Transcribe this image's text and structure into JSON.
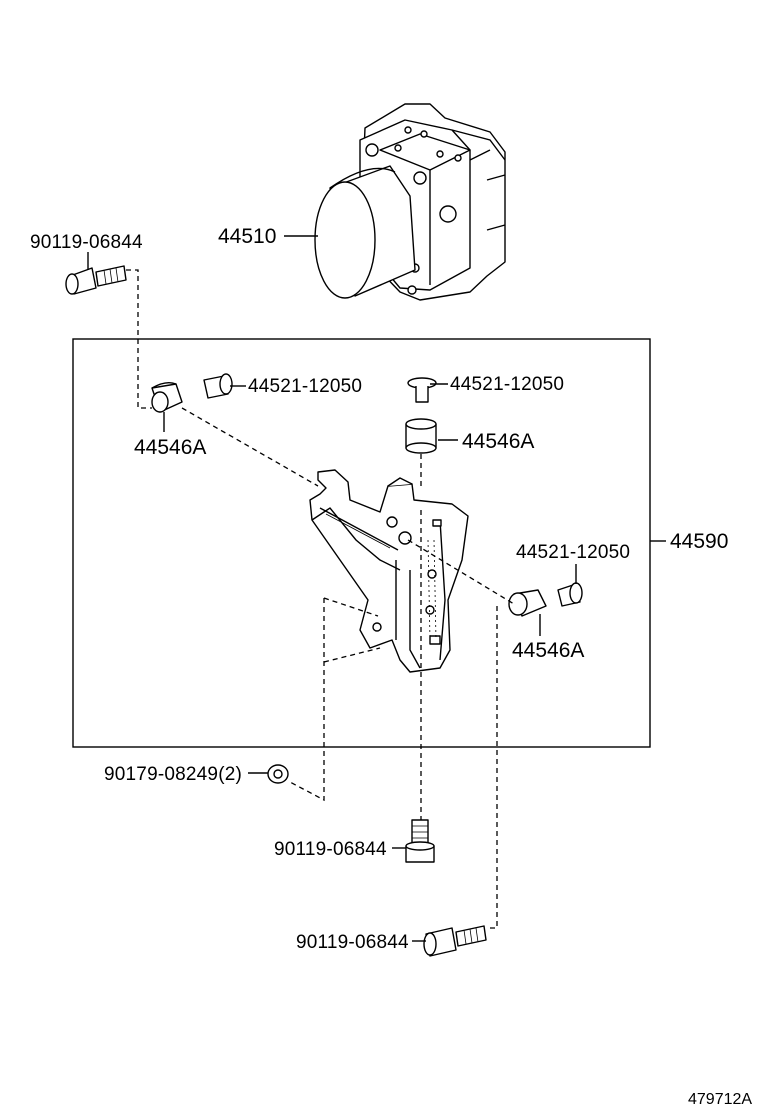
{
  "diagram": {
    "parts": {
      "actuator": "44510",
      "bracket_assembly": "44590",
      "bolt_top_left": "90119-06844",
      "bolt_bottom_center": "90119-06844",
      "bolt_bottom_right": "90119-06844",
      "nut": "90179-08249(2)",
      "grommet_left": "44546A",
      "grommet_top": "44546A",
      "grommet_right": "44546A",
      "collar_left": "44521-12050",
      "collar_top": "44521-12050",
      "collar_right": "44521-12050"
    },
    "figure_id": "479712A"
  }
}
